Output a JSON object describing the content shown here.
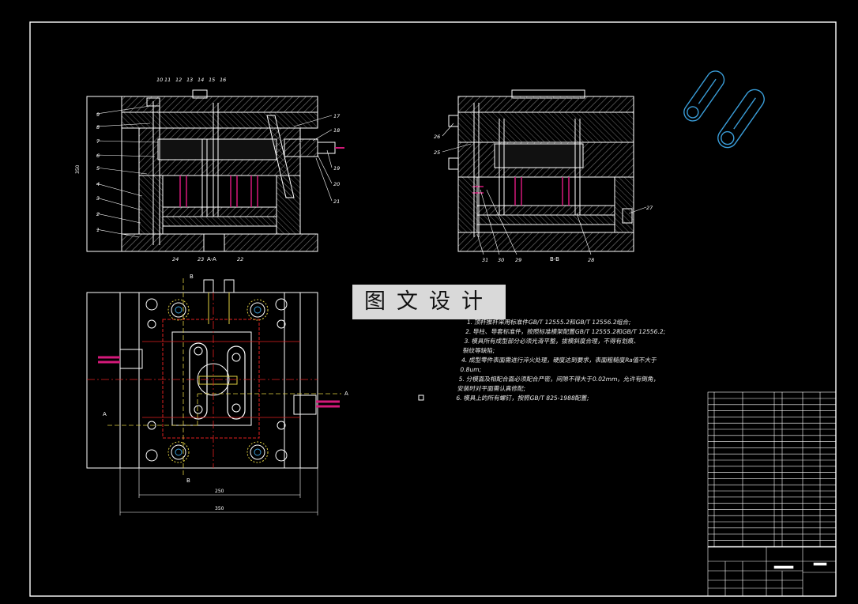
{
  "watermark": "图文设计",
  "section_labels": {
    "aa": "A-A",
    "bb": "B-B"
  },
  "view_markers": {
    "a": "A",
    "b": "B"
  },
  "dimensions": {
    "inner_width": "250",
    "outer_width": "350",
    "height": "350"
  },
  "notes": [
    "1. 顶杆推杆采用标准件GB/T 12555.2和GB/T 12556.2组合;",
    "2. 导柱、导套标准件，按照标准模架配置GB/T 12555.2和GB/T 12556.2;",
    "3. 模具所有成型部分必须光滑平整，拔模斜度合理，不得有划痕、",
    "   裂纹等缺陷;",
    "4. 成型零件表面需进行淬火处理，硬度达到要求，表面粗糙度Ra值不大于",
    "   0.8um;",
    "5. 分模面及相配合面必须配合严密，间隙不得大于0.02mm，允许有倒角，",
    "   安装时对平面需认真修配;",
    "6. 模具上的所有螺钉，按照GB/T 825-1988配置;"
  ],
  "balloons_aa": [
    "1",
    "2",
    "3",
    "4",
    "5",
    "6",
    "7",
    "8",
    "9",
    "10",
    "11",
    "12",
    "13",
    "14",
    "15",
    "16",
    "17",
    "18",
    "19",
    "20",
    "21",
    "22",
    "23",
    "24"
  ],
  "balloons_bb": [
    "25",
    "26",
    "27",
    "28",
    "29",
    "30",
    "31"
  ],
  "colors": {
    "background": "#000000",
    "lines": "#ffffff",
    "hatch": "#8a8a8a",
    "ejector": "#d4197a",
    "red": "#e02020",
    "cyan": "#3a9dd8",
    "yellow": "#e0d040"
  },
  "icons": [
    "part-preview-icon"
  ]
}
